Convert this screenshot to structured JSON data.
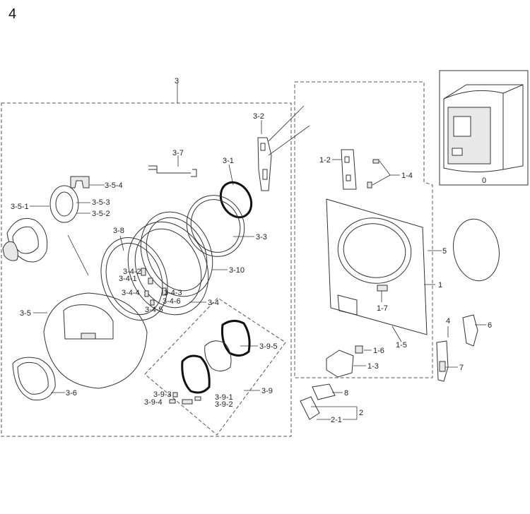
{
  "page_number": "4",
  "labels": {
    "l3": "3",
    "l3_2": "3-2",
    "l3_7": "3-7",
    "l3_1": "3-1",
    "l3_5_4": "3-5-4",
    "l3_5_1": "3-5-1",
    "l3_5_3": "3-5-3",
    "l3_5_2": "3-5-2",
    "l3_8": "3-8",
    "l3_3": "3-3",
    "l3_10": "3-10",
    "l3_4_2": "3-4-2",
    "l3_4_1": "3-4-1",
    "l3_4_4": "3-4-4",
    "l3_4_3": "3-4-3",
    "l3_4_6": "3-4-6",
    "l3_4_5": "3-4-5",
    "l3_4": "3-4",
    "l3_5": "3-5",
    "l3_9_5": "3-9-5",
    "l3_6": "3-6",
    "l3_9": "3-9",
    "l3_9_3": "3-9-3",
    "l3_9_4": "3-9-4",
    "l3_9_1": "3-9-1",
    "l3_9_2": "3-9-2",
    "l1_2": "1-2",
    "l1_4": "1-4",
    "l1": "1",
    "l1_7": "1-7",
    "l1_5": "1-5",
    "l1_6": "1-6",
    "l1_3": "1-3",
    "l0": "0",
    "l5": "5",
    "l4": "4",
    "l6": "6",
    "l7": "7",
    "l8": "8",
    "l2": "2",
    "l2_1": "2-1"
  }
}
